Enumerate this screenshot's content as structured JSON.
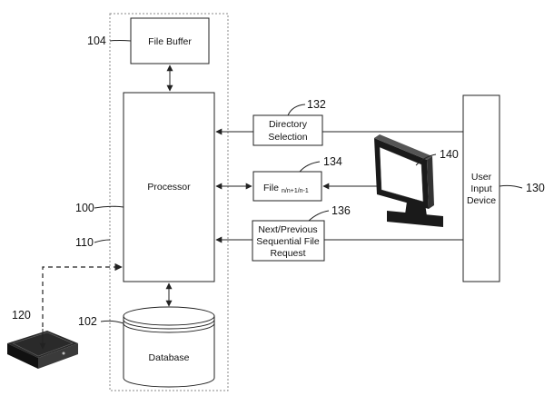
{
  "blocks": {
    "file_buffer": "File Buffer",
    "processor": "Processor",
    "database": "Database",
    "directory_selection": [
      "Directory",
      "Selection"
    ],
    "file": "File",
    "file_subscript": "n/n+1/n-1",
    "request": [
      "Next/Previous",
      "Sequential File",
      "Request"
    ],
    "user_input_device": [
      "User",
      "Input",
      "Device"
    ]
  },
  "ref_numbers": {
    "processor": "100",
    "database": "102",
    "file_buffer": "104",
    "system_boundary": "110",
    "external_device": "120",
    "user_input_device": "130",
    "directory_selection": "132",
    "file": "134",
    "request": "136",
    "monitor": "140"
  },
  "colors": {
    "line": "#222222",
    "boundary": "#888888",
    "screen": "#ffffff",
    "monitor_body": "#1a1a1a"
  }
}
